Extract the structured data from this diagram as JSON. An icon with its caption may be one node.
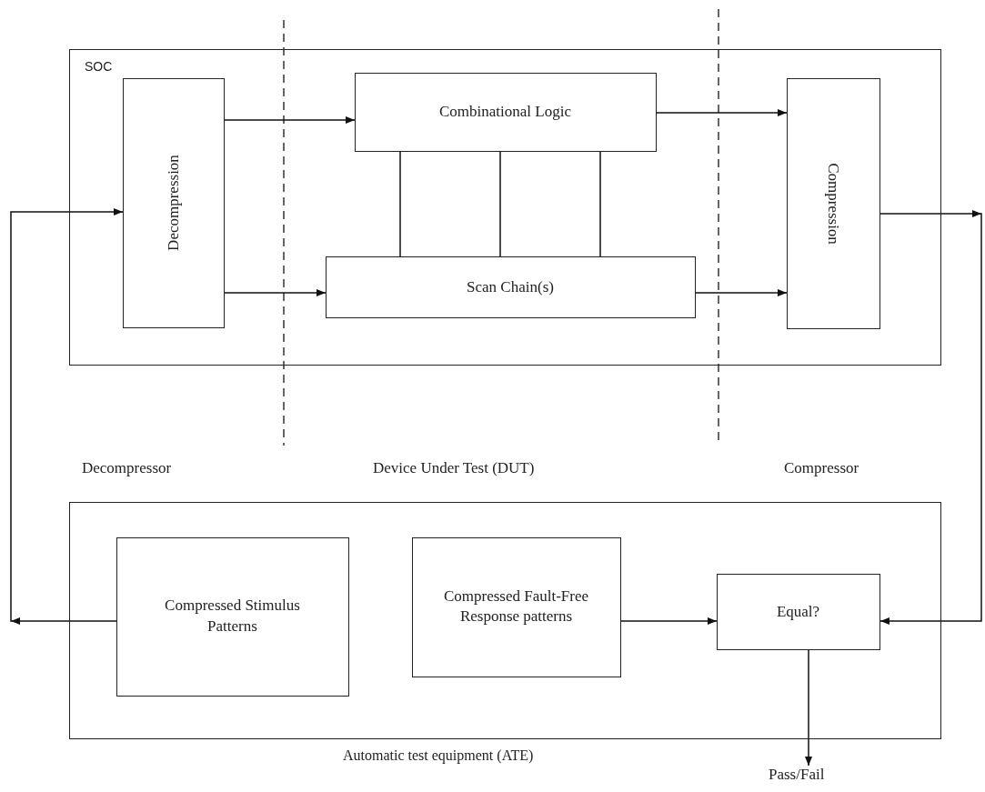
{
  "diagram": {
    "nodes": [
      {
        "text": [
          "SOC"
        ]
      },
      {
        "text": [
          "Decompression"
        ],
        "in": 0
      },
      {
        "text": [
          "Combinational Logic"
        ],
        "in": 0
      },
      {
        "text": [
          "Scan Chain(s)"
        ],
        "in": 0
      },
      {
        "text": [
          "Compression"
        ],
        "in": 0
      },
      {
        "text": [
          "Automatic test equipment (ATE)"
        ]
      },
      {
        "text": [
          "Compressed Stimulus Patterns"
        ],
        "in": 5
      },
      {
        "text": [
          "Compressed Fault-Free Response patterns"
        ],
        "in": 5
      },
      {
        "text": [
          "Equal?"
        ],
        "in": 5
      },
      {
        "text": [
          "Pass/Fail"
        ]
      }
    ],
    "edges": [
      {
        "from": 1,
        "to": 2,
        "arrow": "to"
      },
      {
        "from": 1,
        "to": 3,
        "arrow": "to"
      },
      {
        "from": 2,
        "to": 4,
        "arrow": "to"
      },
      {
        "from": 3,
        "to": 4,
        "arrow": "to"
      },
      {
        "from": 2,
        "to": 3,
        "arrow": "none"
      },
      {
        "from": 2,
        "to": 3,
        "arrow": "none"
      },
      {
        "from": 2,
        "to": 3,
        "arrow": "none"
      },
      {
        "from": 6,
        "to": 1,
        "arrow": "to"
      },
      {
        "from": 4,
        "to": 8,
        "arrow": "to"
      },
      {
        "from": 7,
        "to": 8,
        "arrow": "to"
      },
      {
        "from": 8,
        "to": 9,
        "arrow": "to"
      }
    ],
    "labels": [
      "Decompressor",
      "Device Under Test (DUT)",
      "Compressor"
    ]
  }
}
